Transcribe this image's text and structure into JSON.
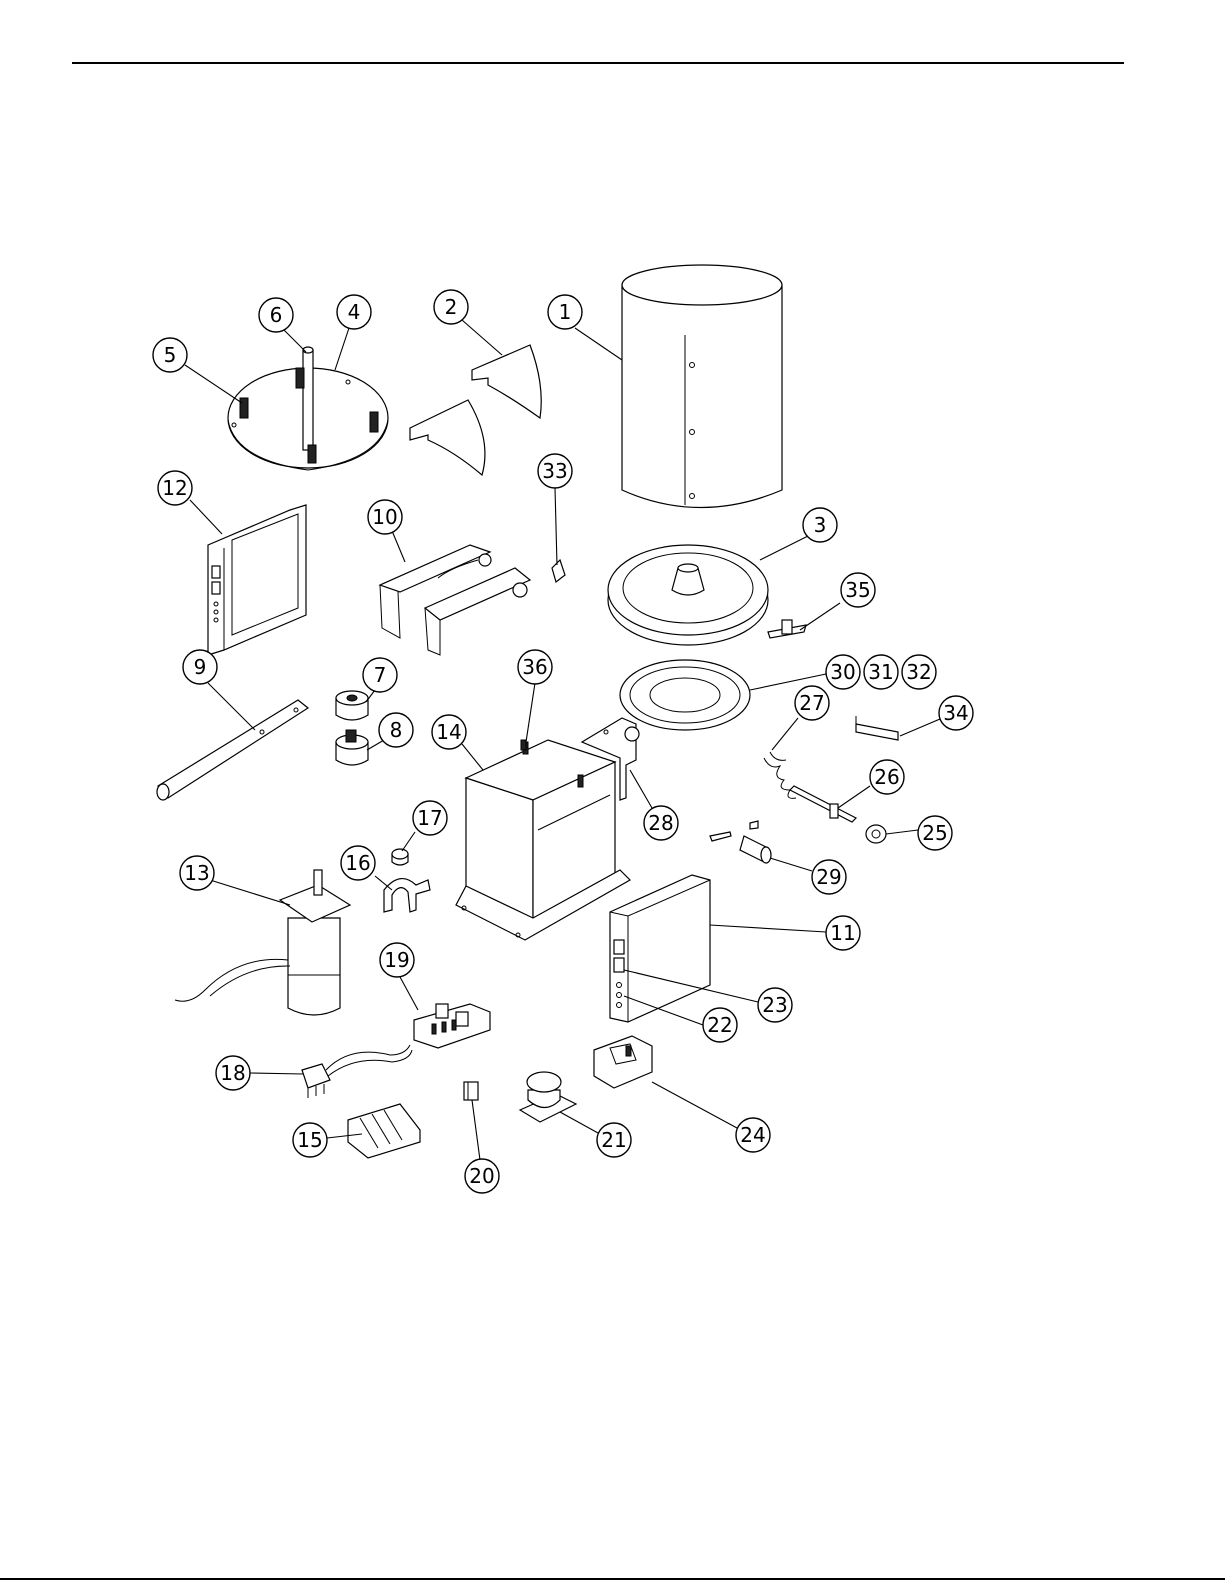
{
  "diagram": {
    "callouts": [
      {
        "id": "callout-1",
        "label": "1"
      },
      {
        "id": "callout-2",
        "label": "2"
      },
      {
        "id": "callout-3",
        "label": "3"
      },
      {
        "id": "callout-4",
        "label": "4"
      },
      {
        "id": "callout-5",
        "label": "5"
      },
      {
        "id": "callout-6",
        "label": "6"
      },
      {
        "id": "callout-7",
        "label": "7"
      },
      {
        "id": "callout-8",
        "label": "8"
      },
      {
        "id": "callout-9",
        "label": "9"
      },
      {
        "id": "callout-10",
        "label": "10"
      },
      {
        "id": "callout-11",
        "label": "11"
      },
      {
        "id": "callout-12",
        "label": "12"
      },
      {
        "id": "callout-13",
        "label": "13"
      },
      {
        "id": "callout-14",
        "label": "14"
      },
      {
        "id": "callout-15",
        "label": "15"
      },
      {
        "id": "callout-16",
        "label": "16"
      },
      {
        "id": "callout-17",
        "label": "17"
      },
      {
        "id": "callout-18",
        "label": "18"
      },
      {
        "id": "callout-19",
        "label": "19"
      },
      {
        "id": "callout-20",
        "label": "20"
      },
      {
        "id": "callout-21",
        "label": "21"
      },
      {
        "id": "callout-22",
        "label": "22"
      },
      {
        "id": "callout-23",
        "label": "23"
      },
      {
        "id": "callout-24",
        "label": "24"
      },
      {
        "id": "callout-25",
        "label": "25"
      },
      {
        "id": "callout-26",
        "label": "26"
      },
      {
        "id": "callout-27",
        "label": "27"
      },
      {
        "id": "callout-28",
        "label": "28"
      },
      {
        "id": "callout-29",
        "label": "29"
      },
      {
        "id": "callout-30",
        "label": "30"
      },
      {
        "id": "callout-31",
        "label": "31"
      },
      {
        "id": "callout-32",
        "label": "32"
      },
      {
        "id": "callout-33",
        "label": "33"
      },
      {
        "id": "callout-34",
        "label": "34"
      },
      {
        "id": "callout-35",
        "label": "35"
      },
      {
        "id": "callout-36",
        "label": "36"
      }
    ]
  }
}
